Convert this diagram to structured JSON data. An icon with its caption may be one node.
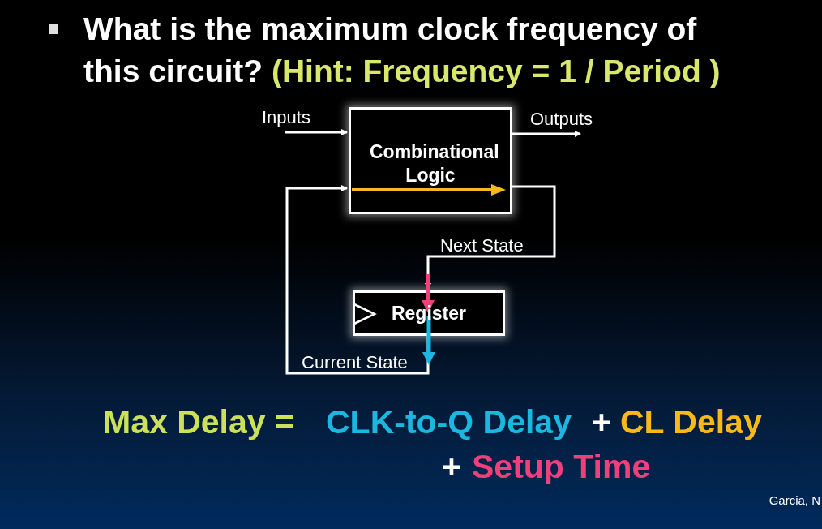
{
  "diagram": {
    "title": "What is the maximum clock frequency of this circuit?",
    "nodes": [
      {
        "text": [
          "Combinational Logic"
        ]
      },
      {
        "text": [
          "Register"
        ]
      }
    ],
    "edges": [
      {
        "from": null,
        "to": 0,
        "arrow": "to",
        "label": "Inputs"
      },
      {
        "from": 0,
        "to": null,
        "arrow": "to",
        "label": "Outputs"
      },
      {
        "from": 0,
        "to": 1,
        "arrow": "to",
        "label": "Next State"
      },
      {
        "from": 1,
        "to": 0,
        "arrow": "to",
        "label": "Current State"
      }
    ],
    "labels": [
      "(Hint: Frequency = 1 / Period )",
      "Max Delay =",
      "CLK-to-Q Delay",
      "+",
      "CL Delay",
      "+",
      "Setup Time",
      "Garcia, N"
    ]
  }
}
